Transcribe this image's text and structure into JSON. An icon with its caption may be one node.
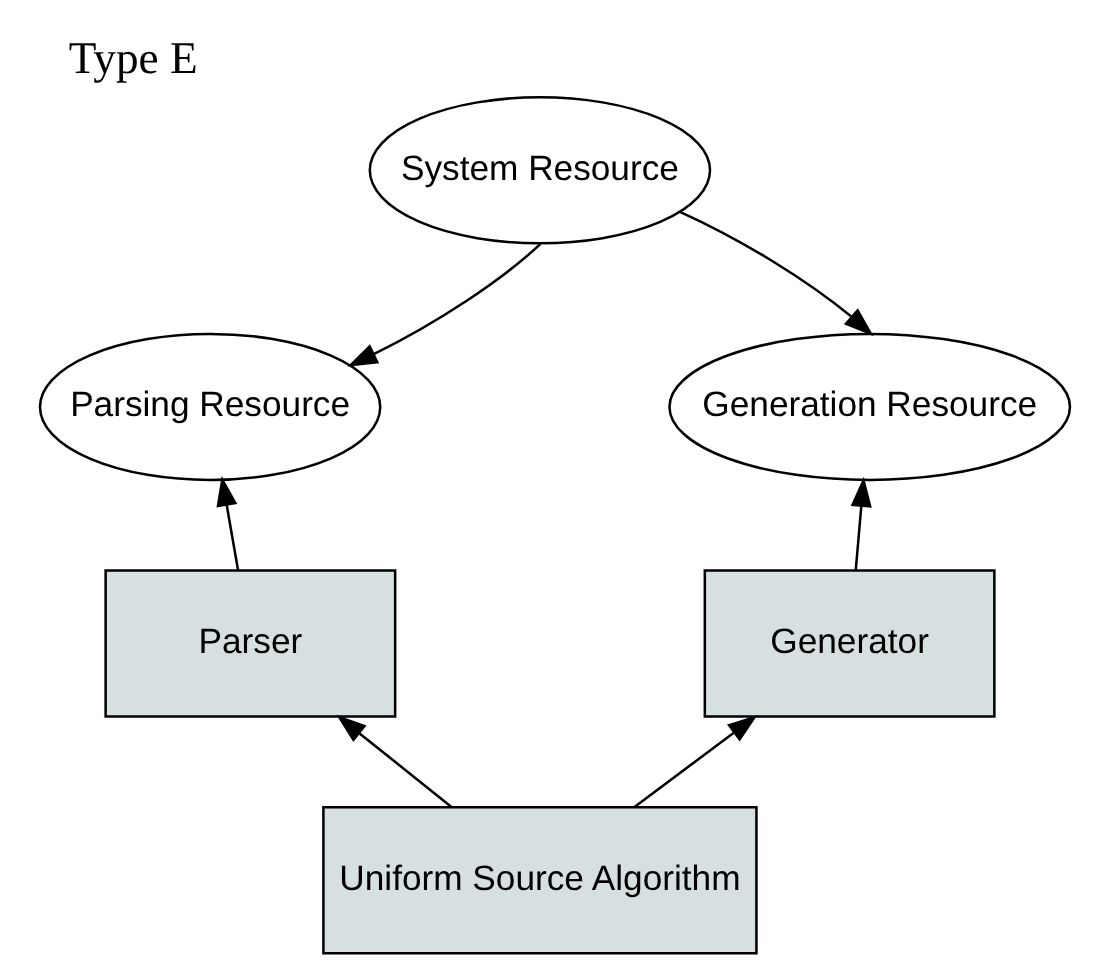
{
  "diagram": {
    "title": "Type E",
    "nodes": [
      {
        "text": [
          "System Resource"
        ]
      },
      {
        "text": [
          "Parsing Resource"
        ]
      },
      {
        "text": [
          "Generation Resource"
        ]
      },
      {
        "text": [
          "Parser"
        ]
      },
      {
        "text": [
          "Generator"
        ]
      },
      {
        "text": [
          "Uniform Source Algorithm"
        ]
      }
    ],
    "edges": [
      {
        "from": 0,
        "to": 1,
        "arrow": "to"
      },
      {
        "from": 0,
        "to": 2,
        "arrow": "to"
      },
      {
        "from": 3,
        "to": 1,
        "arrow": "to"
      },
      {
        "from": 4,
        "to": 2,
        "arrow": "to"
      },
      {
        "from": 5,
        "to": 3,
        "arrow": "to"
      },
      {
        "from": 5,
        "to": 4,
        "arrow": "to"
      }
    ]
  }
}
